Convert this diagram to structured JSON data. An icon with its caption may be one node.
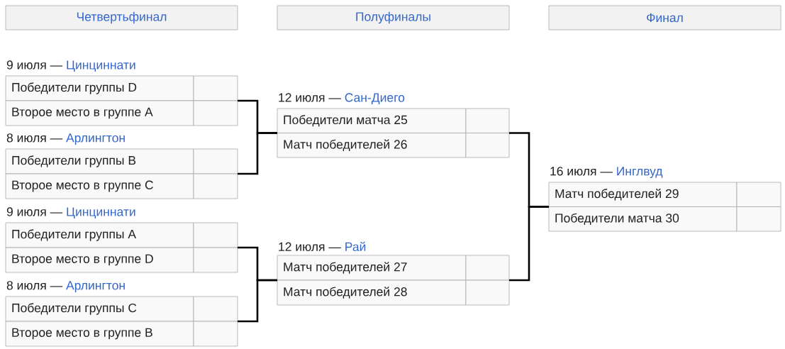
{
  "diagram": {
    "nodes": [
      {
        "text": [
          "Четвертьфинал"
        ]
      },
      {
        "text": [
          "Полуфиналы"
        ]
      },
      {
        "text": [
          "Финал"
        ]
      },
      {
        "text": [
          "Победители группы D",
          "Второе место в группе A"
        ],
        "beside": [
          "9 июля —",
          "Цинциннати"
        ]
      },
      {
        "text": [
          "Победители группы B",
          "Второе место в группе C"
        ],
        "beside": [
          "8 июля —",
          "Арлингтон"
        ]
      },
      {
        "text": [
          "Победители группы A",
          "Второе место в группе D"
        ],
        "beside": [
          "9 июля —",
          "Цинциннати"
        ]
      },
      {
        "text": [
          "Победители группы C",
          "Второе место в группе B"
        ],
        "beside": [
          "8 июля —",
          "Арлингтон"
        ]
      },
      {
        "text": [
          "Победители матча 25",
          "Матч победителей 26"
        ],
        "beside": [
          "12 июля —",
          "Сан-Диего"
        ]
      },
      {
        "text": [
          "Матч победителей 27",
          "Матч победителей 28"
        ],
        "beside": [
          "12 июля —",
          "Рай"
        ]
      },
      {
        "text": [
          "Матч победителей 29",
          "Победители матча 30"
        ],
        "beside": [
          "16 июля —",
          "Инглвуд"
        ]
      }
    ],
    "edges": [
      {
        "from": 3,
        "to": 7,
        "arrow": "none"
      },
      {
        "from": 4,
        "to": 7,
        "arrow": "none"
      },
      {
        "from": 5,
        "to": 8,
        "arrow": "none"
      },
      {
        "from": 6,
        "to": 8,
        "arrow": "none"
      },
      {
        "from": 7,
        "to": 9,
        "arrow": "none"
      },
      {
        "from": 8,
        "to": 9,
        "arrow": "none"
      }
    ]
  }
}
